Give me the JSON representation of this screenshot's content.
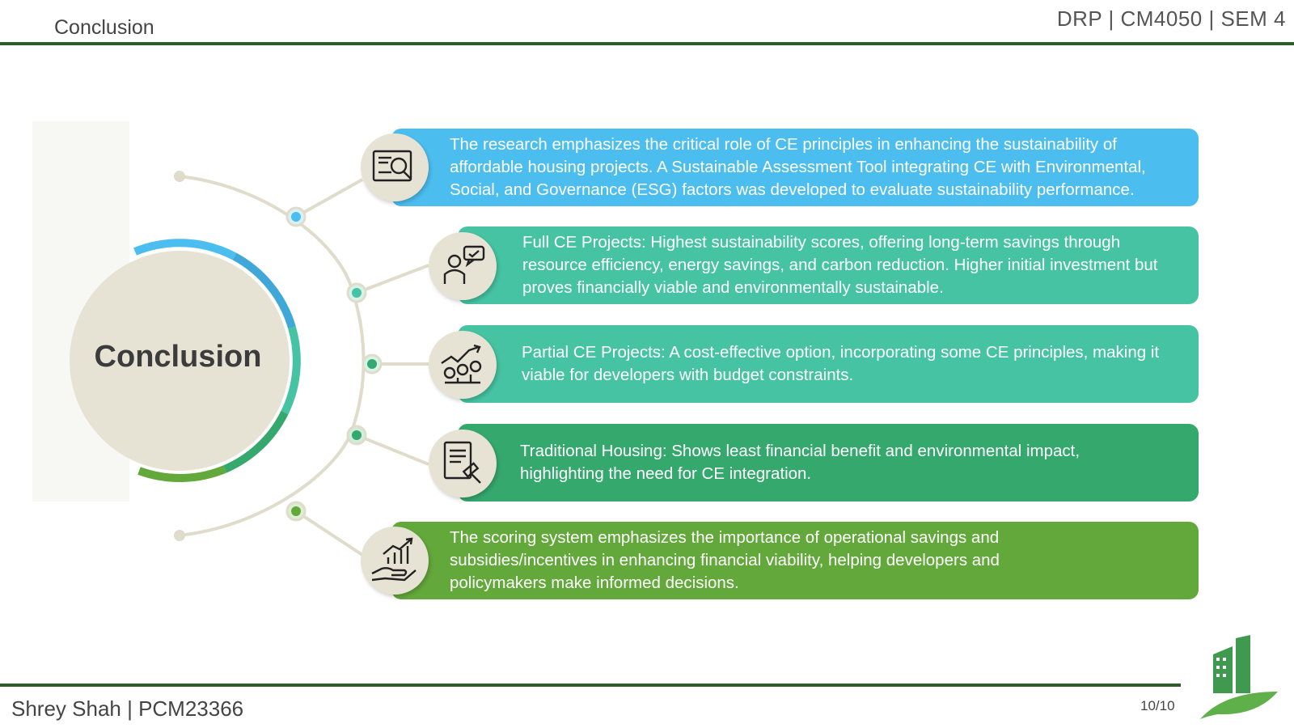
{
  "header": {
    "title": "Conclusion",
    "course": "DRP |  CM4050  |  SEM 4"
  },
  "center": {
    "label": "Conclusion"
  },
  "cards": [
    {
      "text": "The research emphasizes the critical role of CE principles in enhancing the sustainability of affordable housing projects. A Sustainable Assessment Tool integrating CE with Environmental, Social, and Governance (ESG) factors was developed to evaluate sustainability performance.",
      "color": "#4cbdef",
      "icon": "research-document-icon"
    },
    {
      "text": "Full CE Projects: Highest sustainability scores, offering long-term savings through resource efficiency, energy savings, and carbon reduction. Higher initial investment but proves financially viable and environmentally sustainable.",
      "color": "#45c3a2",
      "icon": "presenter-chat-icon"
    },
    {
      "text": "Partial CE Projects: A cost-effective option, incorporating some CE principles, making it viable for developers with budget constraints.",
      "color": "#45c3a2",
      "icon": "money-growth-icon"
    },
    {
      "text": "Traditional Housing: Shows least financial benefit and environmental impact, highlighting the need for CE integration.",
      "color": "#35a86e",
      "icon": "legal-document-gavel-icon"
    },
    {
      "text": "The scoring system emphasizes the importance of operational savings and subsidies/incentives in enhancing financial viability, helping developers and policymakers make informed decisions.",
      "color": "#63a83b",
      "icon": "hand-growth-chart-icon"
    }
  ],
  "footer": {
    "name": "Shrey Shah | PCM23366",
    "page": "10/10"
  },
  "colors": {
    "rule": "#2f5d2a",
    "blue": "#4cbdef",
    "teal": "#45c3a2",
    "green": "#35a86e",
    "lime": "#63a83b",
    "disc": "#e7e3d4"
  }
}
